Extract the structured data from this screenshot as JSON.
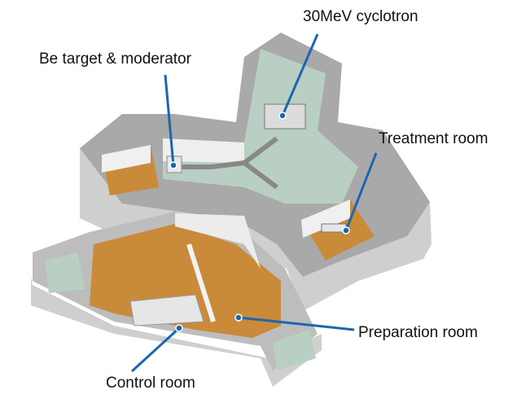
{
  "labels": {
    "cyclotron": "30MeV cyclotron",
    "target": "Be target & moderator",
    "treatment": "Treatment room",
    "preparation": "Preparation room",
    "control": "Control room"
  },
  "colors": {
    "leader": "#1a66b0",
    "wall_top": "#a9a9a9",
    "wall_side": "#cfcfcf",
    "floor_wood": "#c98a3a",
    "floor_green": "#b9cfc4"
  }
}
